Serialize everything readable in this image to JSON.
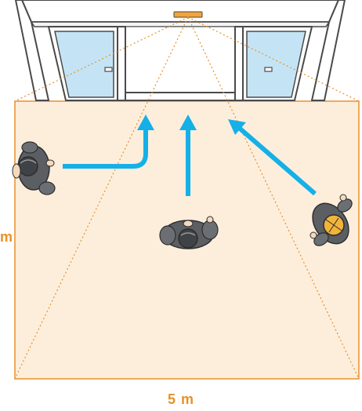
{
  "dimensions": {
    "width_label": "5 m",
    "side_label": "m"
  },
  "colors": {
    "zone_fill": "#FDEEDC",
    "zone_border": "#E8912B",
    "beam_lines": "#E8912B",
    "arrow": "#15B0E8",
    "glass": "#C4E4F5",
    "frame": "#4A4A4A",
    "sensor": "#F2A33A"
  },
  "elements": {
    "door": "automatic-sliding-door",
    "sensor": "motion-sensor",
    "people": [
      "person-left",
      "person-center",
      "person-right-with-basket"
    ],
    "arrows": [
      "arrow-left-curved",
      "arrow-center-straight",
      "arrow-right-diagonal"
    ]
  }
}
